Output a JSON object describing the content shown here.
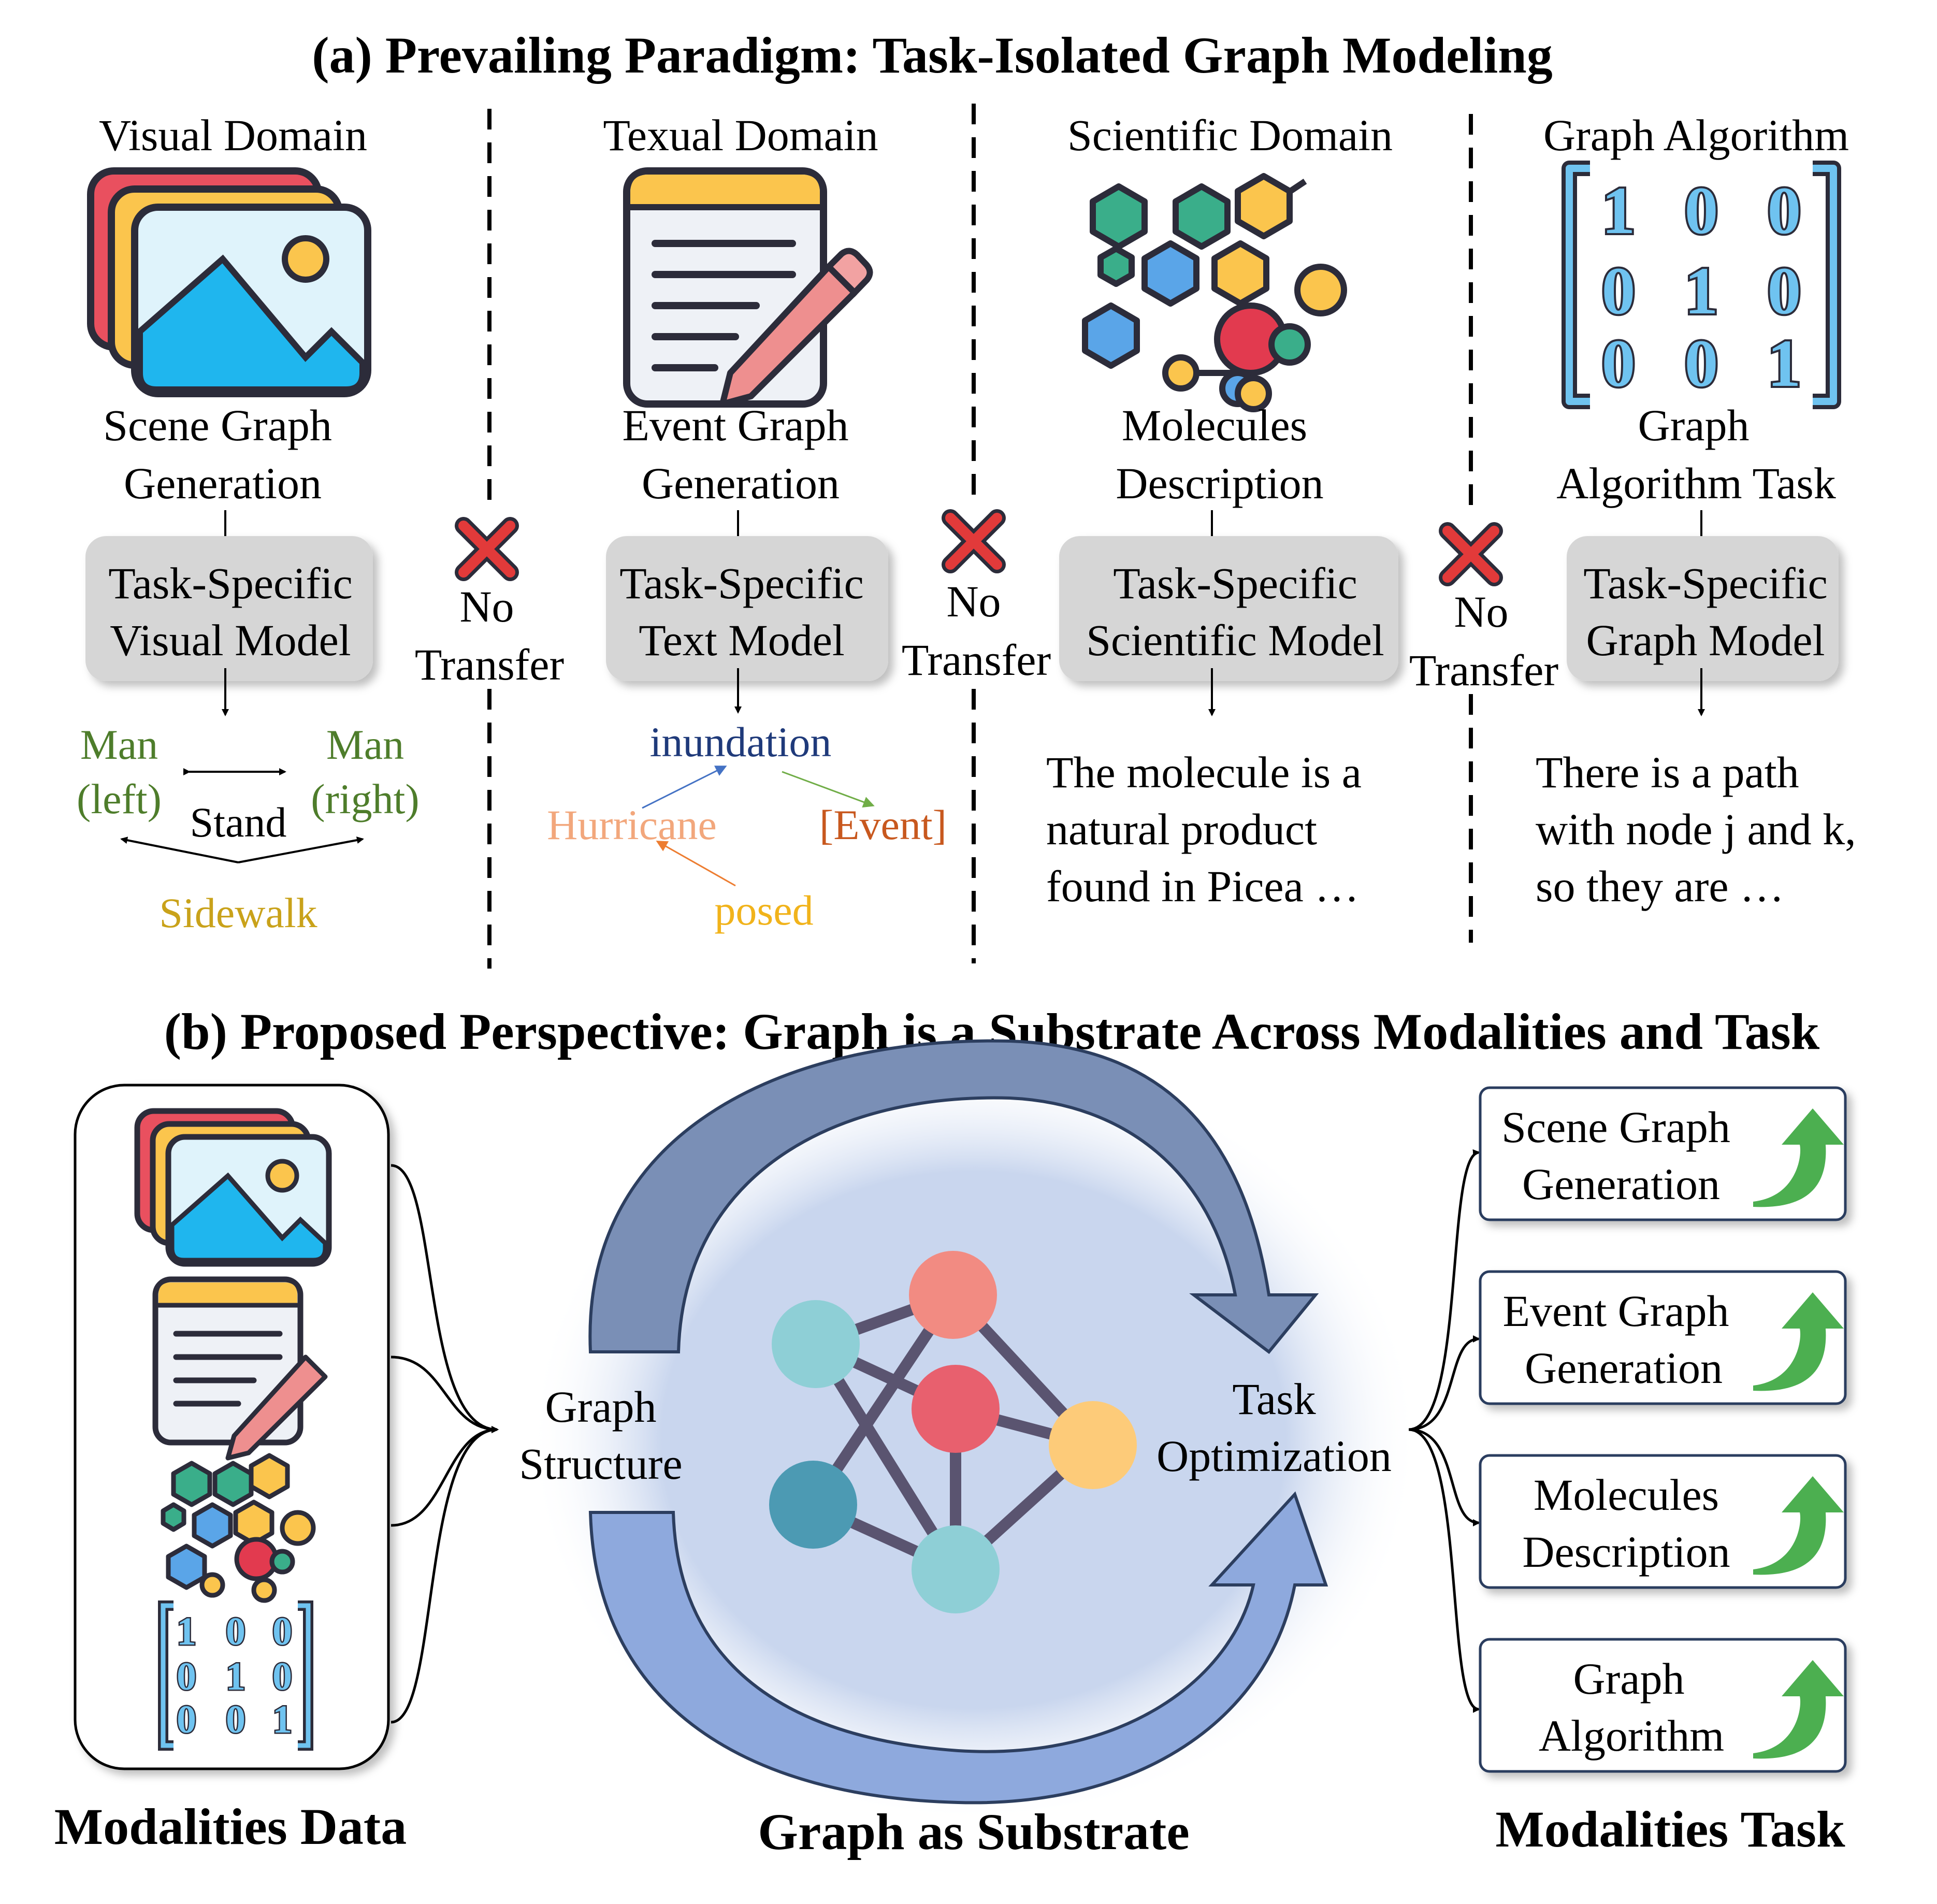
{
  "section_a": {
    "title": "(a) Prevailing Paradigm: Task-Isolated Graph Modeling",
    "columns": [
      {
        "domain": "Visual Domain",
        "task_line1": "Scene Graph",
        "task_line2": "Generation",
        "model_line1": "Task-Specific",
        "model_line2": "Visual Model",
        "output": {
          "node_man_left_1": "Man",
          "node_man_left_2": "(left)",
          "node_man_right_1": "Man",
          "node_man_right_2": "(right)",
          "relation": "Stand",
          "node_sidewalk": "Sidewalk"
        }
      },
      {
        "domain": "Texual Domain",
        "task_line1": "Event Graph",
        "task_line2": "Generation",
        "model_line1": "Task-Specific",
        "model_line2": "Text Model",
        "output": {
          "node_inundation": "inundation",
          "node_hurricane": "Hurricane",
          "node_event": "[Event]",
          "node_posed": "posed"
        }
      },
      {
        "domain": "Scientific Domain",
        "task_line1": "Molecules",
        "task_line2": "Description",
        "model_line1": "Task-Specific",
        "model_line2": "Scientific Model",
        "output_lines": [
          "The molecule is a",
          "natural product",
          "found in Picea …"
        ]
      },
      {
        "domain": "Graph Algorithm",
        "task_line1": "Graph",
        "task_line2": "Algorithm Task",
        "model_line1": "Task-Specific",
        "model_line2": "Graph Model",
        "output_lines": [
          "There is a path",
          "with node j and k,",
          "so they are …"
        ],
        "matrix": [
          [
            "1",
            "0",
            "0"
          ],
          [
            "0",
            "1",
            "0"
          ],
          [
            "0",
            "0",
            "1"
          ]
        ]
      }
    ],
    "no_transfer": {
      "line1": "No",
      "line2": "Transfer"
    }
  },
  "section_b": {
    "title": "(b) Proposed Perspective: Graph is a Substrate Across Modalities and Task",
    "left_label": "Modalities Data",
    "center_label": "Graph as Substrate",
    "right_label": "Modalities Task",
    "graph_structure_1": "Graph",
    "graph_structure_2": "Structure",
    "task_opt_1": "Task",
    "task_opt_2": "Optimization",
    "tasks": [
      {
        "line1": "Scene Graph",
        "line2": "Generation"
      },
      {
        "line1": "Event Graph",
        "line2": "Generation"
      },
      {
        "line1": "Molecules",
        "line2": "Description"
      },
      {
        "line1": "Graph",
        "line2": "Algorithm"
      }
    ],
    "matrix": [
      [
        "1",
        "0",
        "0"
      ],
      [
        "0",
        "1",
        "0"
      ],
      [
        "0",
        "0",
        "1"
      ]
    ]
  },
  "colors": {
    "green_text": "#4e7d2b",
    "gold_text": "#c9a21a",
    "navy_text": "#1f3a7a",
    "peach_text": "#f2a77c",
    "orange_text": "#c8581e",
    "yellow_text": "#f1b31b",
    "model_box": "#d6d6d6",
    "cross_red": "#e23a3a",
    "up_arrow_green": "#4caf50",
    "halo_blue": "#c5d3ec",
    "arrow_dark": "#6c83ad",
    "arrow_light": "#8ea9dd"
  }
}
